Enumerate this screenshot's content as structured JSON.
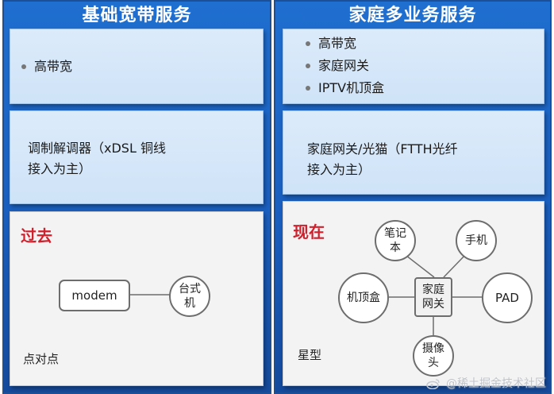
{
  "left": {
    "title": "基础宽带服务",
    "services": [
      "高带宽"
    ],
    "device": "调制解调器（xDSL 铜线\n接入为主）",
    "era": "过去",
    "topology": "点对点",
    "nodes": {
      "modem": "modem",
      "pc": "台式\n机"
    }
  },
  "right": {
    "title": "家庭多业务服务",
    "services": [
      "高带宽",
      "家庭网关",
      "IPTV机顶盒"
    ],
    "device": "家庭网关/光猫（FTTH光纤\n接入为主）",
    "era": "现在",
    "topology": "星型",
    "nodes": {
      "hub": "家庭\n网关",
      "laptop": "笔记\n本",
      "phone": "手机",
      "stb": "机顶盒",
      "pad": "PAD",
      "camera": "摄像\n头"
    }
  },
  "watermark": "@稀土掘金技术社区",
  "colors": {
    "column_blue": "#1a5fbf",
    "panel_light_blue": "#d6e7f9",
    "era_red": "#d0202c"
  }
}
